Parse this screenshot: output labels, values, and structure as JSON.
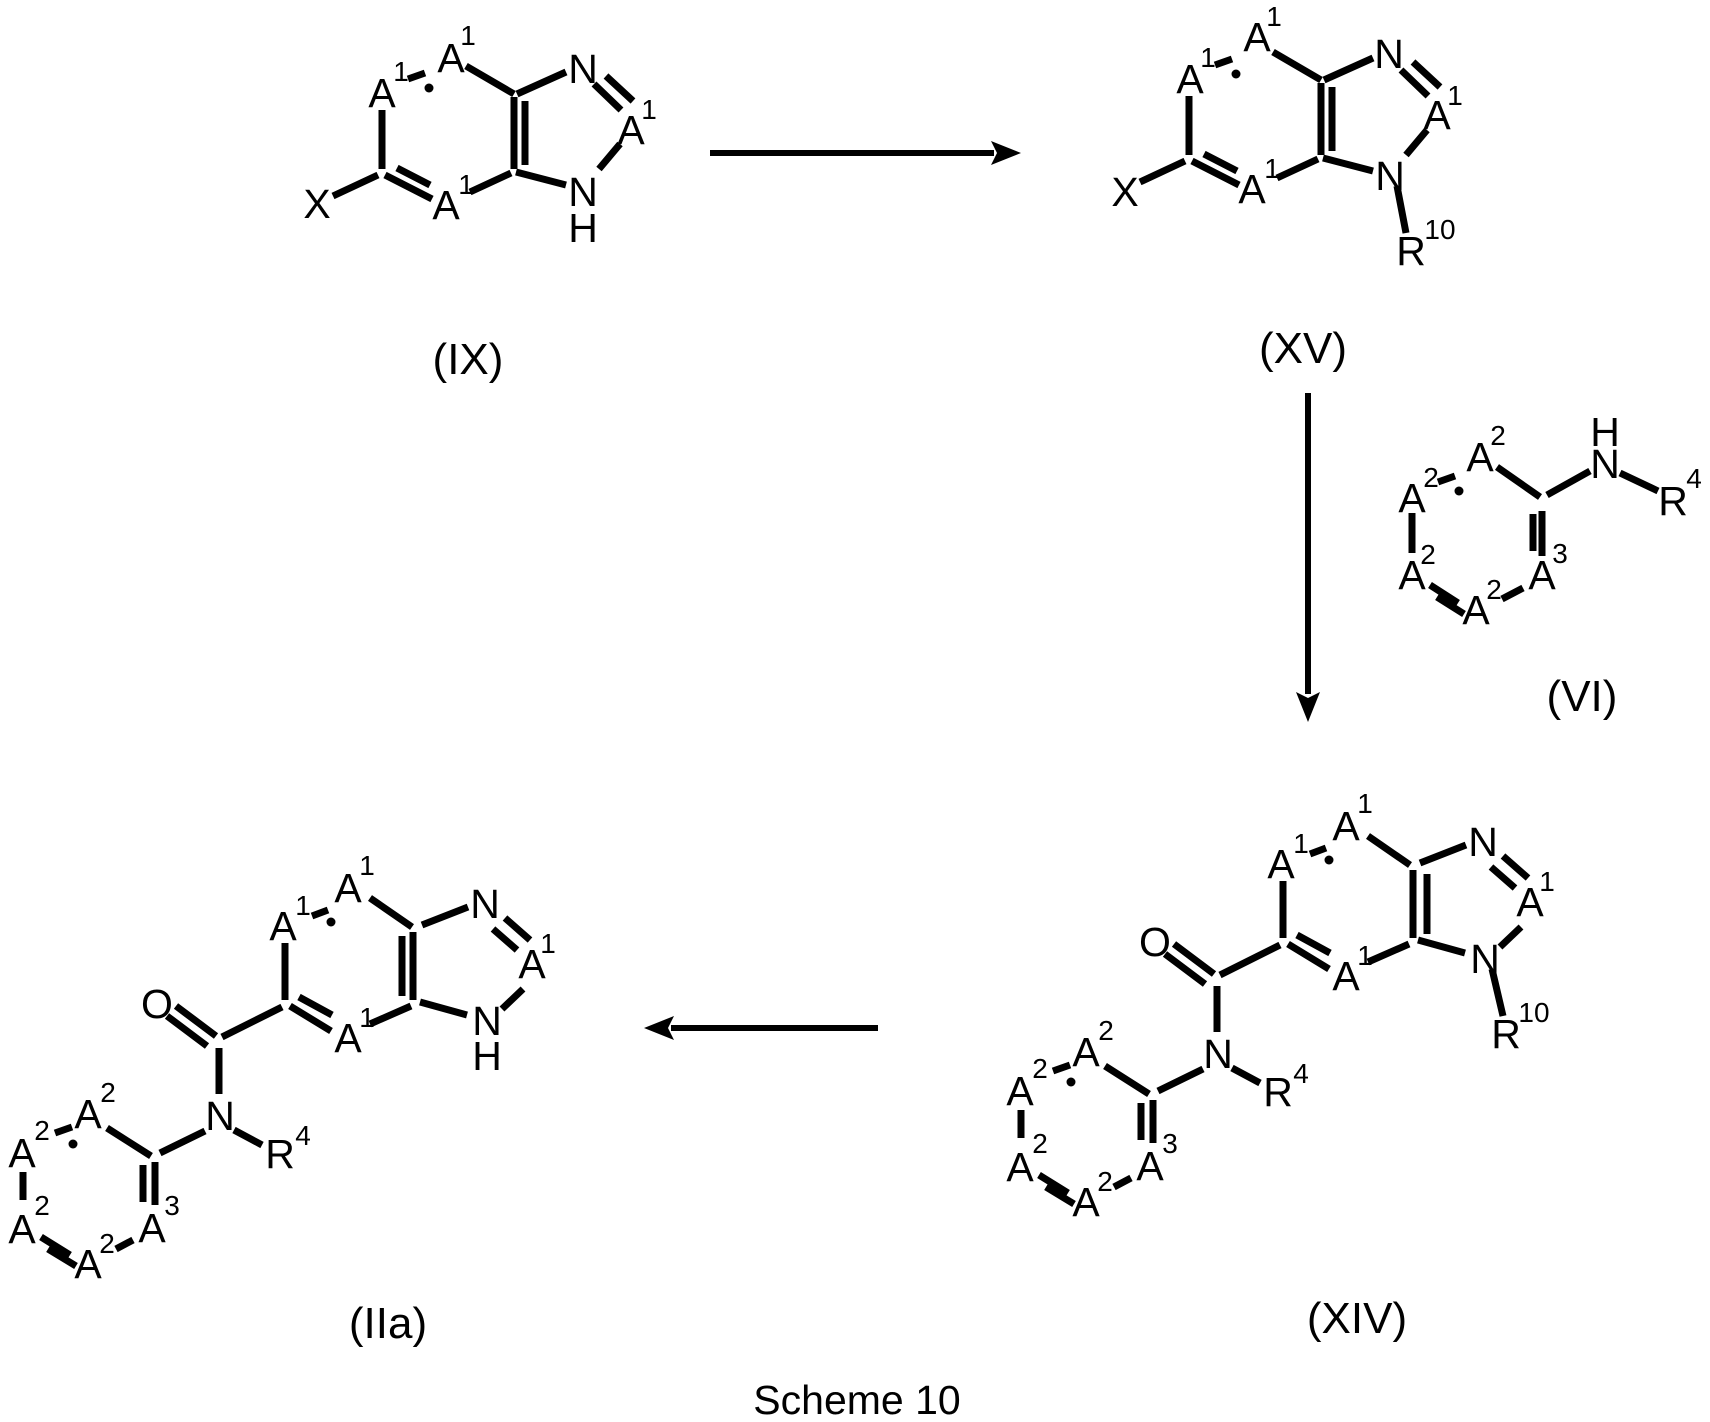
{
  "caption": "Scheme 10",
  "structures": {
    "ix": {
      "label": "(IX)",
      "atoms": {
        "a1_upper_left": {
          "text": "A",
          "sup": "1"
        },
        "a1_top": {
          "text": "A",
          "sup": "1"
        },
        "x_substituent": {
          "text": "X"
        },
        "a1_bottom": {
          "text": "A",
          "sup": "1"
        },
        "n_top": {
          "text": "N"
        },
        "a1_right": {
          "text": "A",
          "sup": "1"
        },
        "n_bottom": {
          "text": "N"
        },
        "nh_hydrogen": {
          "text": "H"
        }
      }
    },
    "xv": {
      "label": "(XV)",
      "atoms": {
        "a1_upper_left": {
          "text": "A",
          "sup": "1"
        },
        "a1_top": {
          "text": "A",
          "sup": "1"
        },
        "x_substituent": {
          "text": "X"
        },
        "a1_bottom": {
          "text": "A",
          "sup": "1"
        },
        "n_top": {
          "text": "N"
        },
        "a1_right": {
          "text": "A",
          "sup": "1"
        },
        "n_bottom": {
          "text": "N"
        },
        "r10": {
          "text": "R",
          "sup": "10"
        }
      }
    },
    "vi": {
      "label": "(VI)",
      "atoms": {
        "a2_upper_left": {
          "text": "A",
          "sup": "2"
        },
        "a2_top": {
          "text": "A",
          "sup": "2"
        },
        "nh_hydrogen": {
          "text": "H"
        },
        "n_amine": {
          "text": "N"
        },
        "r4": {
          "text": "R",
          "sup": "4"
        },
        "a2_left": {
          "text": "A",
          "sup": "2"
        },
        "a2_bottom": {
          "text": "A",
          "sup": "2"
        },
        "a3": {
          "text": "A",
          "sup": "3"
        }
      }
    },
    "xiv": {
      "label": "(XIV)",
      "atoms": {
        "a1_upper_left": {
          "text": "A",
          "sup": "1"
        },
        "a1_top": {
          "text": "A",
          "sup": "1"
        },
        "n_top": {
          "text": "N"
        },
        "a1_right": {
          "text": "A",
          "sup": "1"
        },
        "n_bottom": {
          "text": "N"
        },
        "r10": {
          "text": "R",
          "sup": "10"
        },
        "a1_bottom": {
          "text": "A",
          "sup": "1"
        },
        "o_carbonyl": {
          "text": "O"
        },
        "n_amide": {
          "text": "N"
        },
        "r4": {
          "text": "R",
          "sup": "4"
        },
        "a2_top": {
          "text": "A",
          "sup": "2"
        },
        "a2_upper_left": {
          "text": "A",
          "sup": "2"
        },
        "a2_left": {
          "text": "A",
          "sup": "2"
        },
        "a2_bottom": {
          "text": "A",
          "sup": "2"
        },
        "a3": {
          "text": "A",
          "sup": "3"
        }
      }
    },
    "iia": {
      "label": "(IIa)",
      "atoms": {
        "a1_upper_left": {
          "text": "A",
          "sup": "1"
        },
        "a1_top": {
          "text": "A",
          "sup": "1"
        },
        "n_top": {
          "text": "N"
        },
        "a1_right": {
          "text": "A",
          "sup": "1"
        },
        "n_bottom": {
          "text": "N"
        },
        "nh_hydrogen": {
          "text": "H"
        },
        "a1_bottom": {
          "text": "A",
          "sup": "1"
        },
        "o_carbonyl": {
          "text": "O"
        },
        "n_amide": {
          "text": "N"
        },
        "r4": {
          "text": "R",
          "sup": "4"
        },
        "a2_top": {
          "text": "A",
          "sup": "2"
        },
        "a2_upper_left": {
          "text": "A",
          "sup": "2"
        },
        "a2_left": {
          "text": "A",
          "sup": "2"
        },
        "a2_bottom": {
          "text": "A",
          "sup": "2"
        },
        "a3": {
          "text": "A",
          "sup": "3"
        }
      }
    }
  },
  "arrows": [
    {
      "from": "(IX)",
      "to": "(XV)",
      "direction": "right"
    },
    {
      "from": "(XV)",
      "to": "(XIV)",
      "direction": "down"
    },
    {
      "from": "(XIV)",
      "to": "(IIa)",
      "direction": "left"
    }
  ]
}
